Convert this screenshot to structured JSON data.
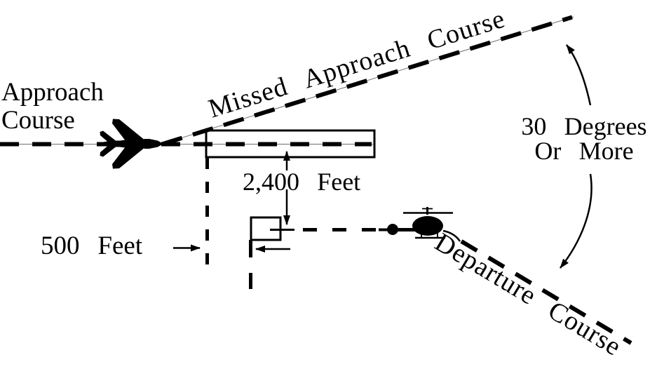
{
  "colors": {
    "background": "#ffffff",
    "ink": "#000000",
    "hairline": "#6e6e6e"
  },
  "labels": {
    "approach_course_line1": "Approach",
    "approach_course_line2": "Course",
    "missed_approach_course": "Missed Approach Course",
    "departure_course": "Departure Course",
    "runway_to_helipad_distance": "2,400 Feet",
    "lateral_offset_distance": "500 Feet",
    "angle_note_line1": "30 Degrees",
    "angle_note_line2": "Or More"
  },
  "icons": {
    "airplane_icon": "fixed-wing-aircraft-silhouette",
    "helicopter_icon": "helicopter-silhouette"
  }
}
